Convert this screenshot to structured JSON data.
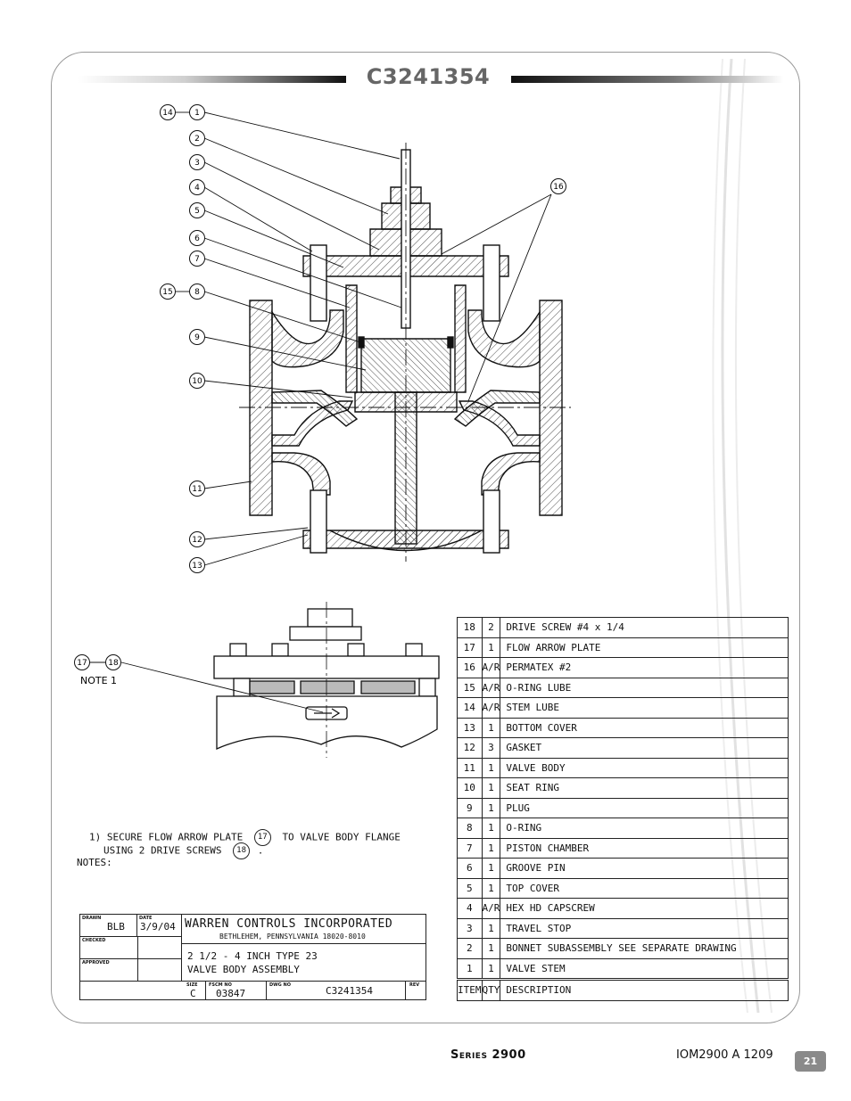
{
  "title": "C3241354",
  "callouts": {
    "c1": "1",
    "c2": "2",
    "c3": "3",
    "c4": "4",
    "c5": "5",
    "c6": "6",
    "c7": "7",
    "c8": "8",
    "c9": "9",
    "c10": "10",
    "c11": "11",
    "c12": "12",
    "c13": "13",
    "c14": "14",
    "c15": "15",
    "c16": "16",
    "c17": "17",
    "c18": "18"
  },
  "detail_note": "NOTE 1",
  "notes": {
    "line1_a": "1) SECURE FLOW ARROW PLATE",
    "line1_ref": "17",
    "line1_b": "TO VALVE BODY FLANGE",
    "line2_a": "USING 2 DRIVE SCREWS",
    "line2_ref": "18",
    "line2_b": ".",
    "heading": "NOTES:"
  },
  "bom": {
    "rows": [
      {
        "item": "18",
        "qty": "2",
        "desc": "DRIVE SCREW #4 x 1/4"
      },
      {
        "item": "17",
        "qty": "1",
        "desc": "FLOW ARROW PLATE"
      },
      {
        "item": "16",
        "qty": "A/R",
        "desc": "PERMATEX #2"
      },
      {
        "item": "15",
        "qty": "A/R",
        "desc": "O-RING LUBE"
      },
      {
        "item": "14",
        "qty": "A/R",
        "desc": "STEM LUBE"
      },
      {
        "item": "13",
        "qty": "1",
        "desc": "BOTTOM COVER"
      },
      {
        "item": "12",
        "qty": "3",
        "desc": "GASKET"
      },
      {
        "item": "11",
        "qty": "1",
        "desc": "VALVE BODY"
      },
      {
        "item": "10",
        "qty": "1",
        "desc": "SEAT RING"
      },
      {
        "item": "9",
        "qty": "1",
        "desc": "PLUG"
      },
      {
        "item": "8",
        "qty": "1",
        "desc": "O-RING"
      },
      {
        "item": "7",
        "qty": "1",
        "desc": "PISTON CHAMBER"
      },
      {
        "item": "6",
        "qty": "1",
        "desc": "GROOVE PIN"
      },
      {
        "item": "5",
        "qty": "1",
        "desc": "TOP COVER"
      },
      {
        "item": "4",
        "qty": "A/R",
        "desc": "HEX HD CAPSCREW"
      },
      {
        "item": "3",
        "qty": "1",
        "desc": "TRAVEL STOP"
      },
      {
        "item": "2",
        "qty": "1",
        "desc": "BONNET SUBASSEMBLY   SEE SEPARATE DRAWING"
      },
      {
        "item": "1",
        "qty": "1",
        "desc": "VALVE STEM"
      }
    ],
    "header": {
      "item": "ITEM",
      "qty": "QTY",
      "desc": "DESCRIPTION"
    }
  },
  "title_block": {
    "drawn_label": "DRAWN",
    "drawn": "BLB",
    "date_label": "DATE",
    "date": "3/9/04",
    "checked_label": "CHECKED",
    "approved_label": "APPROVED",
    "company": "WARREN CONTROLS INCORPORATED",
    "address": "BETHLEHEM, PENNSYLVANIA 18020-8010",
    "desc_line1": "2 1/2 - 4 INCH TYPE 23",
    "desc_line2": "VALVE BODY ASSEMBLY",
    "size_label": "SIZE",
    "size": "C",
    "fscm_label": "FSCM NO",
    "fscm": "03847",
    "dwg_label": "DWG NO",
    "dwg": "C3241354",
    "rev_label": "REV"
  },
  "footer": {
    "series": "Series 2900",
    "doc": "IOM2900 A 1209",
    "page": "21"
  }
}
